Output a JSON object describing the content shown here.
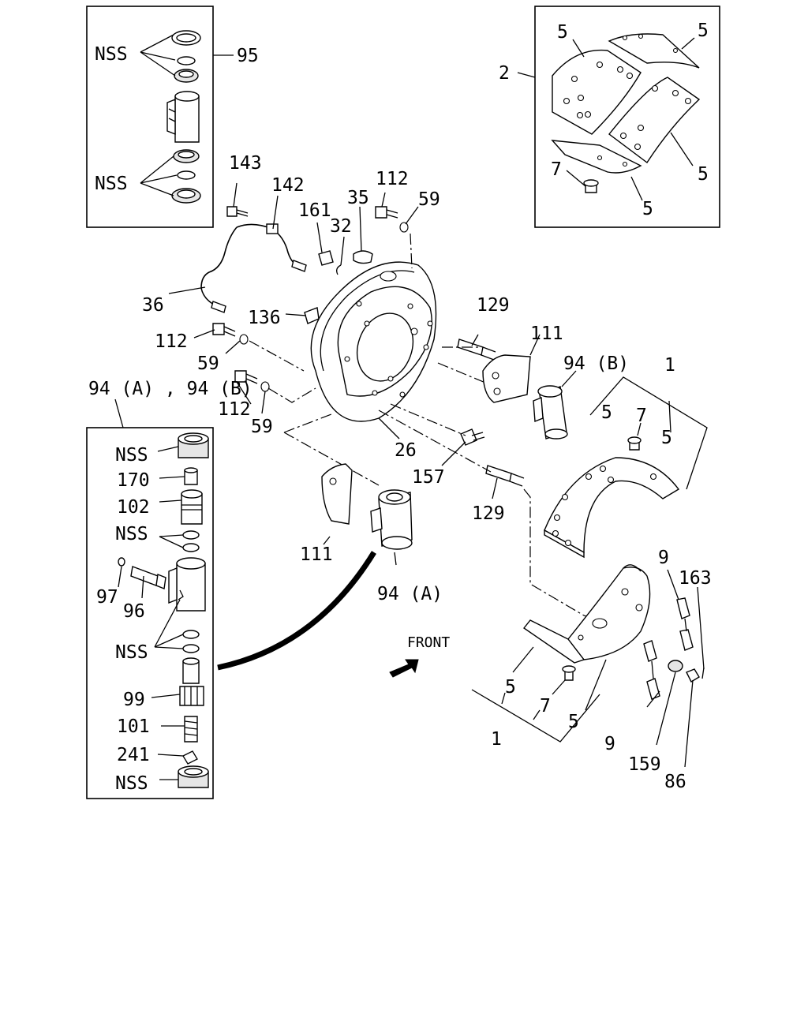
{
  "labels": {
    "nss_top_1": "NSS",
    "nss_top_2": "NSS",
    "l95": "95",
    "l2": "2",
    "l5_a": "5",
    "l5_b": "5",
    "l5_c": "5",
    "l5_d": "5",
    "l7_top": "7",
    "l143": "143",
    "l142": "142",
    "l112_top": "112",
    "l59_top": "59",
    "l35": "35",
    "l161": "161",
    "l32": "32",
    "l36": "36",
    "l136": "136",
    "l112_mid": "112",
    "l59_mid": "59",
    "l129_top": "129",
    "l111_top": "111",
    "l94b": "94 (B)",
    "l1_top": "1",
    "l5_e": "5",
    "l7_mid": "7",
    "l5_f": "5",
    "l94ab": "94 (A) , 94 (B)",
    "l112_low": "112",
    "l59_low": "59",
    "l26": "26",
    "l157": "157",
    "l129_low": "129",
    "nss_a": "NSS",
    "l170": "170",
    "l102": "102",
    "nss_b": "NSS",
    "l97": "97",
    "l96": "96",
    "nss_c": "NSS",
    "l99": "99",
    "l101": "101",
    "l241": "241",
    "nss_d": "NSS",
    "l111_low": "111",
    "l94a": "94 (A)",
    "front": "FRONT",
    "l9_top": "9",
    "l163": "163",
    "l5_g": "5",
    "l7_low": "7",
    "l5_h": "5",
    "l1_low": "1",
    "l9_low": "9",
    "l159": "159",
    "l86": "86"
  }
}
